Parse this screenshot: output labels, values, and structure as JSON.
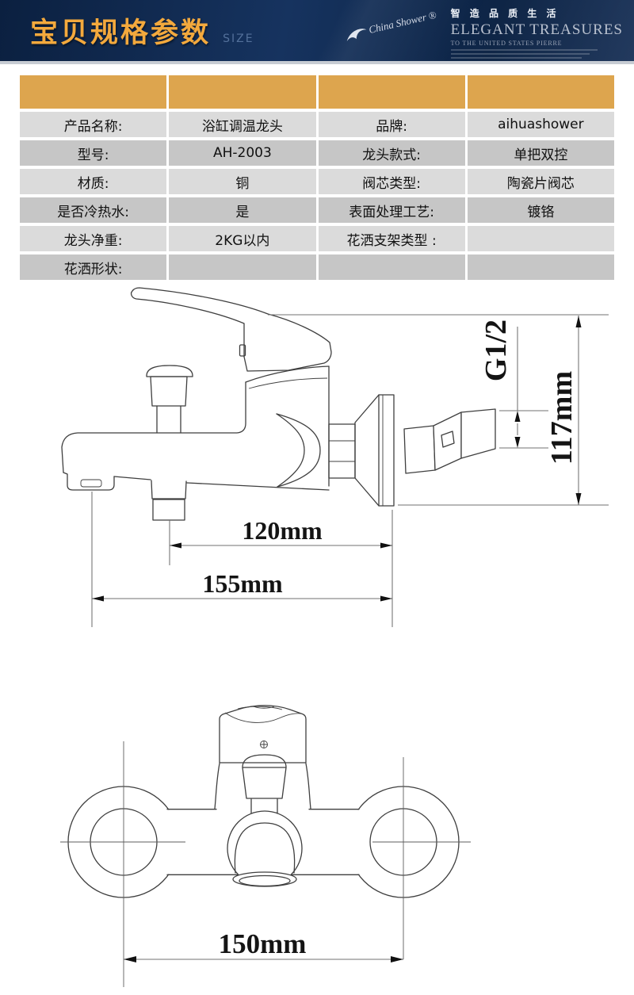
{
  "header": {
    "title": "宝贝规格参数",
    "subtitle": "SIZE",
    "brand_script": "China Shower ®",
    "slogan_cn": "智 造 品 质 生 活",
    "slogan_en": "ELEGANT TREASURES",
    "slogan_sub": "TO THE UNITED STATES PIERRE"
  },
  "colors": {
    "header_bg": "#0d2446",
    "title_gold": "#f3a93d",
    "table_header_gold": "#dda54e",
    "row_light": "#dbdbdb",
    "row_dark": "#c6c6c6",
    "drawing_line": "#3f3f3f"
  },
  "spec_table": {
    "rows": [
      {
        "label1": "产品名称:",
        "value1": "浴缸调温龙头",
        "label2": "品牌:",
        "value2": "aihuashower"
      },
      {
        "label1": "型号:",
        "value1": "AH-2003",
        "label2": "龙头款式:",
        "value2": "单把双控"
      },
      {
        "label1": "材质:",
        "value1": "铜",
        "label2": "阀芯类型:",
        "value2": "陶瓷片阀芯"
      },
      {
        "label1": "是否冷热水:",
        "value1": "是",
        "label2": "表面处理工艺:",
        "value2": "镀铬"
      },
      {
        "label1": "龙头净重:",
        "value1": "2KG以内",
        "label2": "花洒支架类型 :",
        "value2": ""
      },
      {
        "label1": "花洒形状:",
        "value1": "",
        "label2": "",
        "value2": ""
      }
    ]
  },
  "side_view": {
    "thread_label": "G1/2",
    "height_label": "117mm",
    "spout_to_wall_label": "120mm",
    "total_depth_label": "155mm"
  },
  "front_view": {
    "center_distance_label": "150mm"
  }
}
